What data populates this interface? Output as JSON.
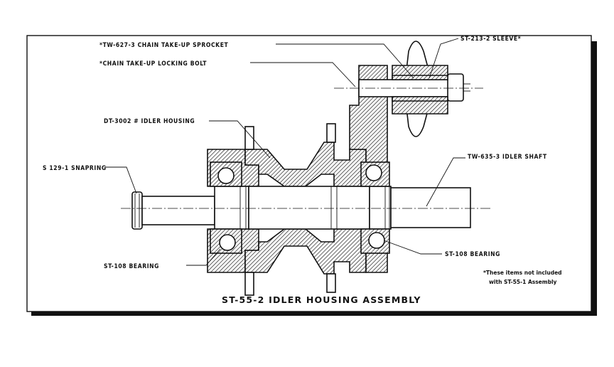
{
  "labels": {
    "sprocket": "*TW-627-3 CHAIN TAKE-UP SPROCKET",
    "locking_bolt": "*CHAIN TAKE-UP LOCKING BOLT",
    "sleeve": "ST-213-2 SLEEVE*",
    "housing": "DT-3002 # IDLER HOUSING",
    "snapring": "S 129-1 SNAPRING",
    "shaft": "TW-635-3 IDLER SHAFT",
    "bearing_left": "ST-108 BEARING",
    "bearing_right": "ST-108 BEARING"
  },
  "footnote": {
    "line1": "*These items not included",
    "line2": "with ST-55-1 Assembly"
  },
  "title": "ST-55-2 IDLER HOUSING ASSEMBLY"
}
